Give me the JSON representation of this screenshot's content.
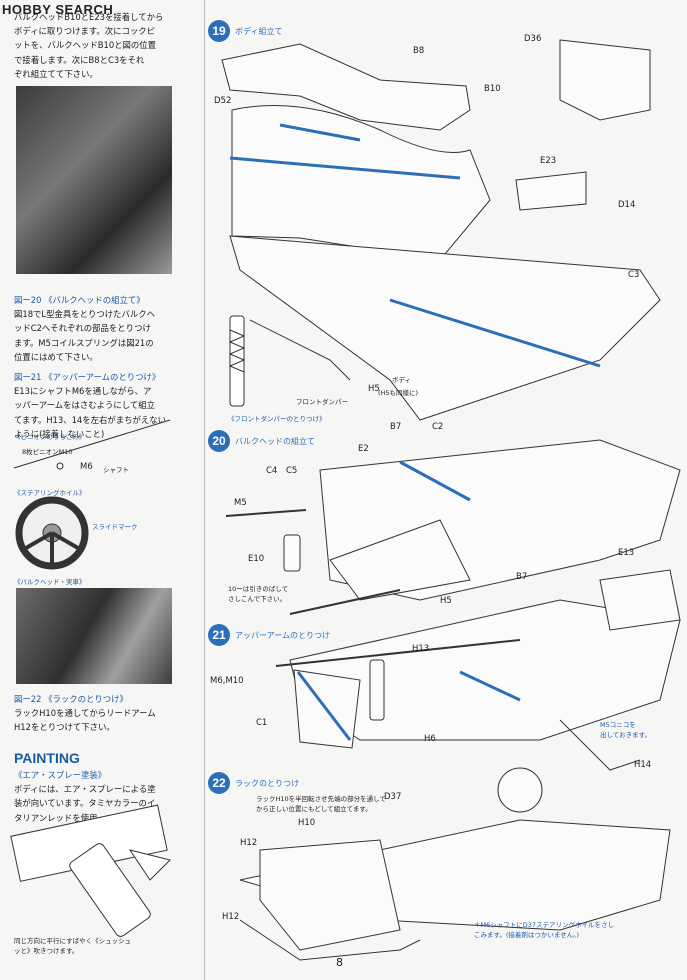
{
  "watermark": {
    "prefix": "H",
    "rest": "OBBY SEARCH"
  },
  "left": {
    "intro": [
      "バルクヘッドB10とE23を接着してから",
      "ボディに取りつけます。次にコックピ",
      "ットを、バルクヘッドB10と図の位置",
      "で接着します。次にB8とC3をそれ",
      "ぞれ組立てて下さい。"
    ],
    "fig20_title": "図ー20 《バルクヘッドの組立て》",
    "fig20_text": [
      "図18でL型金具をとりつけたバルクヘ",
      "ッドC2へそれぞれの部品をとりつけ",
      "ます。M5コイルスプリングは図21の",
      "位置にはめて下さい。"
    ],
    "fig21_title": "図ー21 《アッパーアームのとりつけ》",
    "fig21_text": [
      "E13にシャフトM6を通しながら、ア",
      "ッパーアームをはさむようにして組立",
      "てます。H13、14を左右がまちがえない",
      "ように(接着しないこと)"
    ],
    "pinion_title": "《ピニオンのうちこみ》",
    "pinion_label": "8枚ピニオンM10",
    "shaft_label": "M6",
    "shaft_word": "シャフト",
    "wheel_title": "《ステアリングホイル》",
    "slide_mark": "スライドマーク",
    "bulkhead_photo": "《バルクヘッド・実車》",
    "fig22_title": "図ー22 《ラックのとりつけ》",
    "fig22_text": [
      "ラックH10を通してからリードアーム",
      "H12をとりつけて下さい。"
    ],
    "painting_title": "PAINTING",
    "painting_sub": "《エア・スプレー塗装》",
    "painting_text": [
      "ボディには、エア・スプレーによる塗",
      "装が向いています。タミヤカラーのイ",
      "タリアンレッドを使用。"
    ],
    "spray_caption": [
      "同じ方向に平行にすばやく《シュッシュ",
      "ッと》吹きつけます。"
    ]
  },
  "steps": [
    {
      "num": "19",
      "title": "ボディ組立て"
    },
    {
      "num": "20",
      "title": "バルクヘッドの組立て"
    },
    {
      "num": "21",
      "title": "アッパーアームのとりつけ"
    },
    {
      "num": "22",
      "title": "ラックのとりつけ"
    }
  ],
  "parts": {
    "b8": "B8",
    "d36": "D36",
    "b10": "B10",
    "d52": "D52",
    "e23": "E23",
    "d14": "D14",
    "c3": "C3",
    "h5": "H5",
    "h5_note": "(H5も同様に)",
    "body": "ボディ",
    "front_damper": "フロントダンパー",
    "front_damper_caption": "《フロントダンパーのとりつけ》",
    "b7a": "B7",
    "c2": "C2",
    "e2": "E2",
    "c4": "C4",
    "c5": "C5",
    "m5": "M5",
    "e10": "E10",
    "b7b": "B7",
    "m5_note": [
      "10ーは引きのばして",
      "さしこんで下さい。"
    ],
    "e13": "E13",
    "h5b": "H5",
    "h13": "H13",
    "m6m10": "M6,M10",
    "c1": "C1",
    "h6": "H6",
    "h14": "H14",
    "m5_note2": [
      "M5コニコを",
      "出しておきます。"
    ],
    "d37": "D37",
    "rack_note": [
      "ラックH10を半回転させ先端の部分を通して",
      "から正しい位置にもどして組立てます。"
    ],
    "h10": "H10",
    "h12a": "H12",
    "h12b": "H12",
    "m6_note": [
      "＊M6シャフトにD37ステアリングホイルをさし",
      "こみます。(接着剤はつかいません。)"
    ]
  },
  "page_number": "8",
  "colors": {
    "accent": "#2c6fb8"
  }
}
